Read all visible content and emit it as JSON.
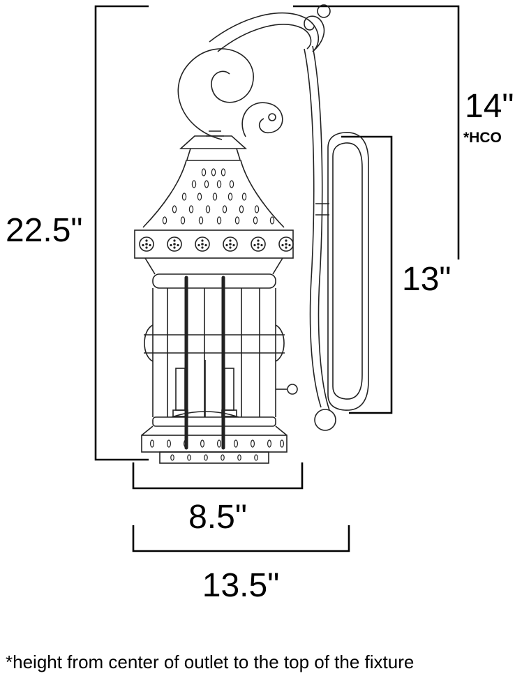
{
  "diagram": {
    "subject": "Outdoor wall lantern dimensional line drawing",
    "dimensions": {
      "overall_height": "22.5\"",
      "outlet_to_top": "14\"",
      "outlet_to_top_note": "*HCO",
      "backplate_height": "13\"",
      "fixture_width": "8.5\"",
      "extension_width": "13.5\""
    },
    "footnote": "*height from center of outlet to the top of the fixture",
    "colors": {
      "dimension_lines": "#000000",
      "drawing_lines": "#222222",
      "background": "#ffffff"
    }
  }
}
